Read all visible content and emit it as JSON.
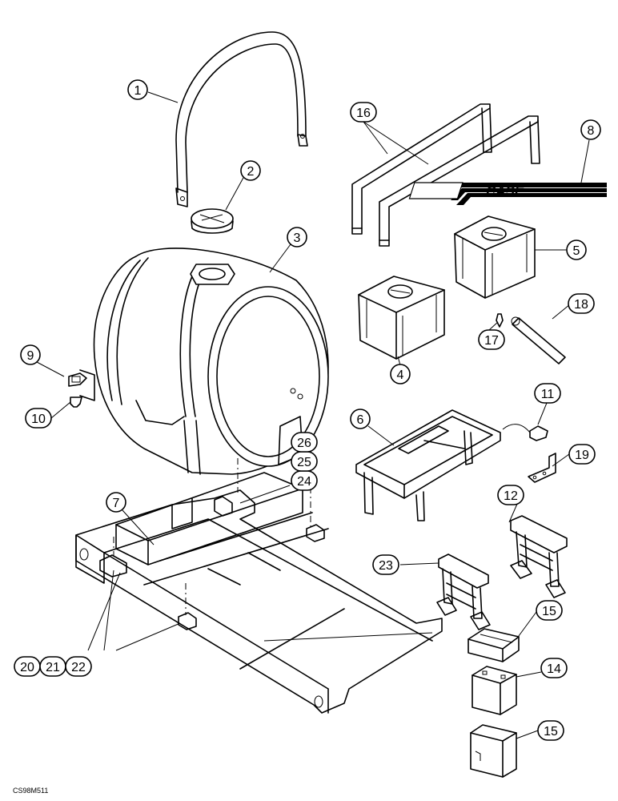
{
  "callouts": [
    {
      "label": "1"
    },
    {
      "label": "2"
    },
    {
      "label": "3"
    },
    {
      "label": "4"
    },
    {
      "label": "5"
    },
    {
      "label": "6"
    },
    {
      "label": "7"
    },
    {
      "label": "8"
    },
    {
      "label": "9"
    },
    {
      "label": "10"
    },
    {
      "label": "11"
    },
    {
      "label": "12"
    },
    {
      "label": "14"
    },
    {
      "label": "15"
    },
    {
      "label": "15"
    },
    {
      "label": "16"
    },
    {
      "label": "17"
    },
    {
      "label": "18"
    },
    {
      "label": "19"
    },
    {
      "label": "20"
    },
    {
      "label": "21"
    },
    {
      "label": "22"
    },
    {
      "label": "23"
    },
    {
      "label": "24"
    },
    {
      "label": "25"
    },
    {
      "label": "26"
    }
  ],
  "logo_text": "CASE",
  "figure_code": "CS98M511"
}
